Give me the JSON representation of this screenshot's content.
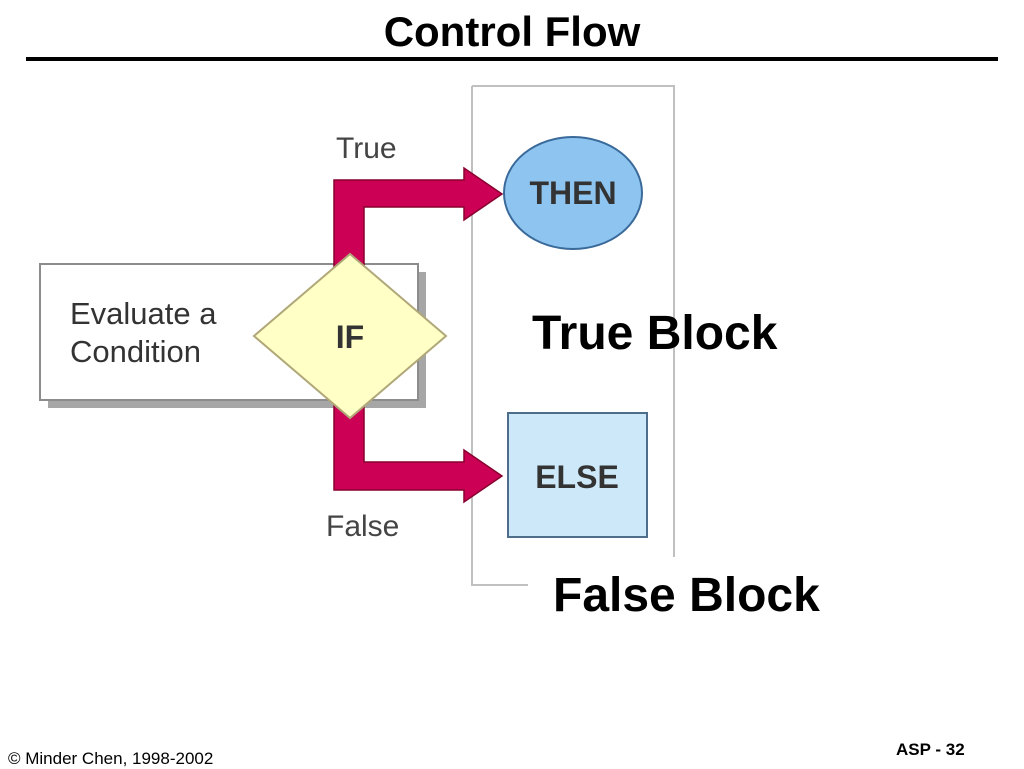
{
  "slide": {
    "title": "Control Flow",
    "footer_left": "© Minder Chen, 1998-2002",
    "footer_right": "ASP - 32"
  },
  "diagram": {
    "evaluate_line1": "Evaluate a",
    "evaluate_line2": "Condition",
    "if_label": "IF",
    "true_label": "True",
    "false_label": "False",
    "then_label": "THEN",
    "else_label": "ELSE",
    "true_block_label": "True Block",
    "false_block_label": "False Block"
  },
  "colors": {
    "arrow": "#cc0055",
    "diamond_fill": "#ffffc6",
    "then_fill": "#8ec4f0",
    "else_fill": "#cde8f8",
    "box_fill": "#ffffff",
    "shadow": "#a6a6a6"
  }
}
